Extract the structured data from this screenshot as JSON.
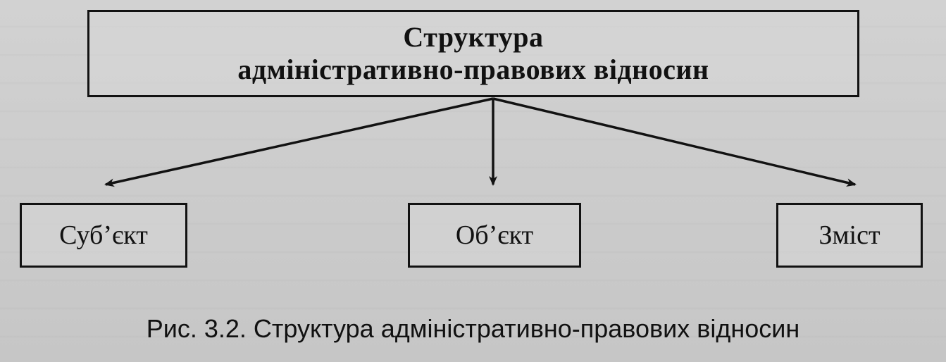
{
  "diagram": {
    "root": {
      "title_line1": "Структура",
      "title_line2": "адміністративно-правових відносин"
    },
    "children": [
      {
        "id": "subject",
        "label": "Суб’єкт"
      },
      {
        "id": "object",
        "label": "Об’єкт"
      },
      {
        "id": "content",
        "label": "Зміст"
      }
    ],
    "edges": [
      {
        "from": "root",
        "to": "subject"
      },
      {
        "from": "root",
        "to": "object"
      },
      {
        "from": "root",
        "to": "content"
      }
    ]
  },
  "caption": "Рис. 3.2. Структура адміністративно-правових відносин",
  "colors": {
    "ink": "#121212",
    "paper": "#c9c9c9"
  }
}
